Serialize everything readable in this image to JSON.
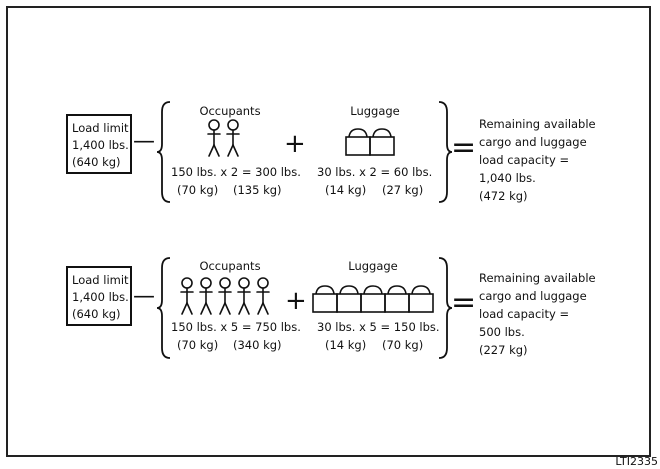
{
  "examples": [
    {
      "load_limit": [
        "Load limit",
        "1,400 lbs.",
        "(640 kg)"
      ],
      "minus": "—",
      "occupants_title": "Occupants",
      "occupants_calc": "150 lbs. x 2 = 300 lbs.",
      "occupants_kg1": "(70 kg)",
      "occupants_kg2": "(135 kg)",
      "occupant_count": 2,
      "plus": "+",
      "luggage_title": "Luggage",
      "luggage_calc": "30 lbs. x 2 = 60 lbs.",
      "luggage_kg1": "(14 kg)",
      "luggage_kg2": "(27 kg)",
      "luggage_count": 2,
      "equals": "=",
      "result": [
        "Remaining available",
        "cargo and luggage",
        "load capacity =",
        "1,040 lbs.",
        "(472 kg)"
      ]
    },
    {
      "load_limit": [
        "Load limit",
        "1,400 lbs.",
        "(640 kg)"
      ],
      "minus": "—",
      "occupants_title": "Occupants",
      "occupants_calc": "150 lbs. x 5 = 750 lbs.",
      "occupants_kg1": "(70 kg)",
      "occupants_kg2": "(340 kg)",
      "occupant_count": 5,
      "plus": "+",
      "luggage_title": "Luggage",
      "luggage_calc": "30 lbs. x 5 = 150 lbs.",
      "luggage_kg1": "(14 kg)",
      "luggage_kg2": "(70 kg)",
      "luggage_count": 5,
      "equals": "=",
      "result": [
        "Remaining available",
        "cargo and luggage",
        "load capacity =",
        "500 lbs.",
        "(227 kg)"
      ]
    }
  ],
  "figure_code": "LTI2335"
}
